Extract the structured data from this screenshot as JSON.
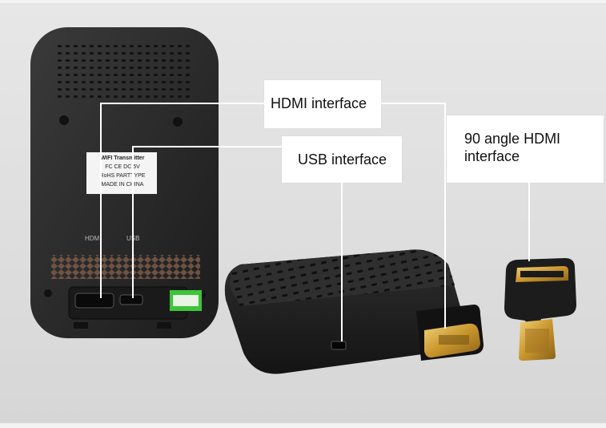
{
  "callouts": {
    "hdmi": "HDMI interface",
    "usb": "USB interface",
    "angle_hdmi": "90 angle HDMI interface"
  },
  "device_label": {
    "title": "WIFI Transmitter",
    "line2": "FC  CE  DC 5V",
    "line3": "RoHS  PARTTYPE",
    "line4": "MADE IN CHINA"
  },
  "port_labels": {
    "hdmi": "HDMI",
    "usb": "USB"
  },
  "colors": {
    "device_body": "#2a2a2a",
    "connector_gold": "#d4a43a",
    "callout_bg": "#ffffff",
    "background": "#dedede"
  }
}
